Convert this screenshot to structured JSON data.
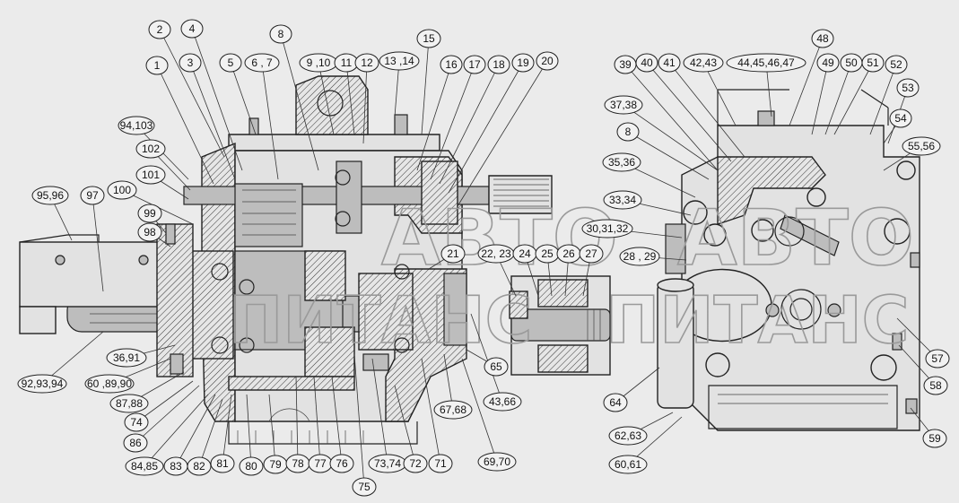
{
  "watermark": {
    "line1": "АВТО",
    "line2": "ПИТАНС"
  },
  "callouts": [
    {
      "id": "c1",
      "text": "1"
    },
    {
      "id": "c2",
      "text": "2"
    },
    {
      "id": "c3",
      "text": "3"
    },
    {
      "id": "c4",
      "text": "4"
    },
    {
      "id": "c5",
      "text": "5"
    },
    {
      "id": "c6_7",
      "text": "6 , 7"
    },
    {
      "id": "c8a",
      "text": "8"
    },
    {
      "id": "c9_10",
      "text": "9 ,10"
    },
    {
      "id": "c11",
      "text": "11"
    },
    {
      "id": "c12",
      "text": "12"
    },
    {
      "id": "c13_14",
      "text": "13 ,14"
    },
    {
      "id": "c15",
      "text": "15"
    },
    {
      "id": "c16",
      "text": "16"
    },
    {
      "id": "c17",
      "text": "17"
    },
    {
      "id": "c18",
      "text": "18"
    },
    {
      "id": "c19",
      "text": "19"
    },
    {
      "id": "c20",
      "text": "20"
    },
    {
      "id": "c94_103",
      "text": "94,103"
    },
    {
      "id": "c102",
      "text": "102"
    },
    {
      "id": "c101",
      "text": "101"
    },
    {
      "id": "c100",
      "text": "100"
    },
    {
      "id": "c95_96",
      "text": "95,96"
    },
    {
      "id": "c97",
      "text": "97"
    },
    {
      "id": "c99",
      "text": "99"
    },
    {
      "id": "c98",
      "text": "98"
    },
    {
      "id": "c21",
      "text": "21"
    },
    {
      "id": "c22_23",
      "text": "22, 23"
    },
    {
      "id": "c24",
      "text": "24"
    },
    {
      "id": "c25",
      "text": "25"
    },
    {
      "id": "c26",
      "text": "26"
    },
    {
      "id": "c27",
      "text": "27"
    },
    {
      "id": "c36_91",
      "text": "36,91"
    },
    {
      "id": "c92_94",
      "text": "92,93,94"
    },
    {
      "id": "c60_90",
      "text": "60 ,89,90"
    },
    {
      "id": "c87_88",
      "text": "87,88"
    },
    {
      "id": "c74",
      "text": "74"
    },
    {
      "id": "c86",
      "text": "86"
    },
    {
      "id": "c84_85",
      "text": "84,85"
    },
    {
      "id": "c83",
      "text": "83"
    },
    {
      "id": "c82",
      "text": "82"
    },
    {
      "id": "c81",
      "text": "81"
    },
    {
      "id": "c80",
      "text": "80"
    },
    {
      "id": "c79",
      "text": "79"
    },
    {
      "id": "c78",
      "text": "78"
    },
    {
      "id": "c77",
      "text": "77"
    },
    {
      "id": "c76",
      "text": "76"
    },
    {
      "id": "c75",
      "text": "75"
    },
    {
      "id": "c73_74",
      "text": "73,74"
    },
    {
      "id": "c72",
      "text": "72"
    },
    {
      "id": "c71",
      "text": "71"
    },
    {
      "id": "c69_70",
      "text": "69,70"
    },
    {
      "id": "c67_68",
      "text": "67,68"
    },
    {
      "id": "c43_66",
      "text": "43,66"
    },
    {
      "id": "c65",
      "text": "65"
    },
    {
      "id": "c39",
      "text": "39"
    },
    {
      "id": "c40",
      "text": "40"
    },
    {
      "id": "c41",
      "text": "41"
    },
    {
      "id": "c42_43",
      "text": "42,43"
    },
    {
      "id": "c44_47",
      "text": "44,45,46,47"
    },
    {
      "id": "c48",
      "text": "48"
    },
    {
      "id": "c49",
      "text": "49"
    },
    {
      "id": "c50",
      "text": "50"
    },
    {
      "id": "c51",
      "text": "51"
    },
    {
      "id": "c52",
      "text": "52"
    },
    {
      "id": "c53",
      "text": "53"
    },
    {
      "id": "c54",
      "text": "54"
    },
    {
      "id": "c55_56",
      "text": "55,56"
    },
    {
      "id": "c37_38",
      "text": "37,38"
    },
    {
      "id": "c8b",
      "text": "8"
    },
    {
      "id": "c35_36",
      "text": "35,36"
    },
    {
      "id": "c33_34",
      "text": "33,34"
    },
    {
      "id": "c30_32",
      "text": "30,31,32"
    },
    {
      "id": "c28_29",
      "text": "28 , 29"
    },
    {
      "id": "c57",
      "text": "57"
    },
    {
      "id": "c58",
      "text": "58"
    },
    {
      "id": "c59",
      "text": "59"
    },
    {
      "id": "c64",
      "text": "64"
    },
    {
      "id": "c62_63",
      "text": "62,63"
    },
    {
      "id": "c60_61",
      "text": "60,61"
    }
  ]
}
